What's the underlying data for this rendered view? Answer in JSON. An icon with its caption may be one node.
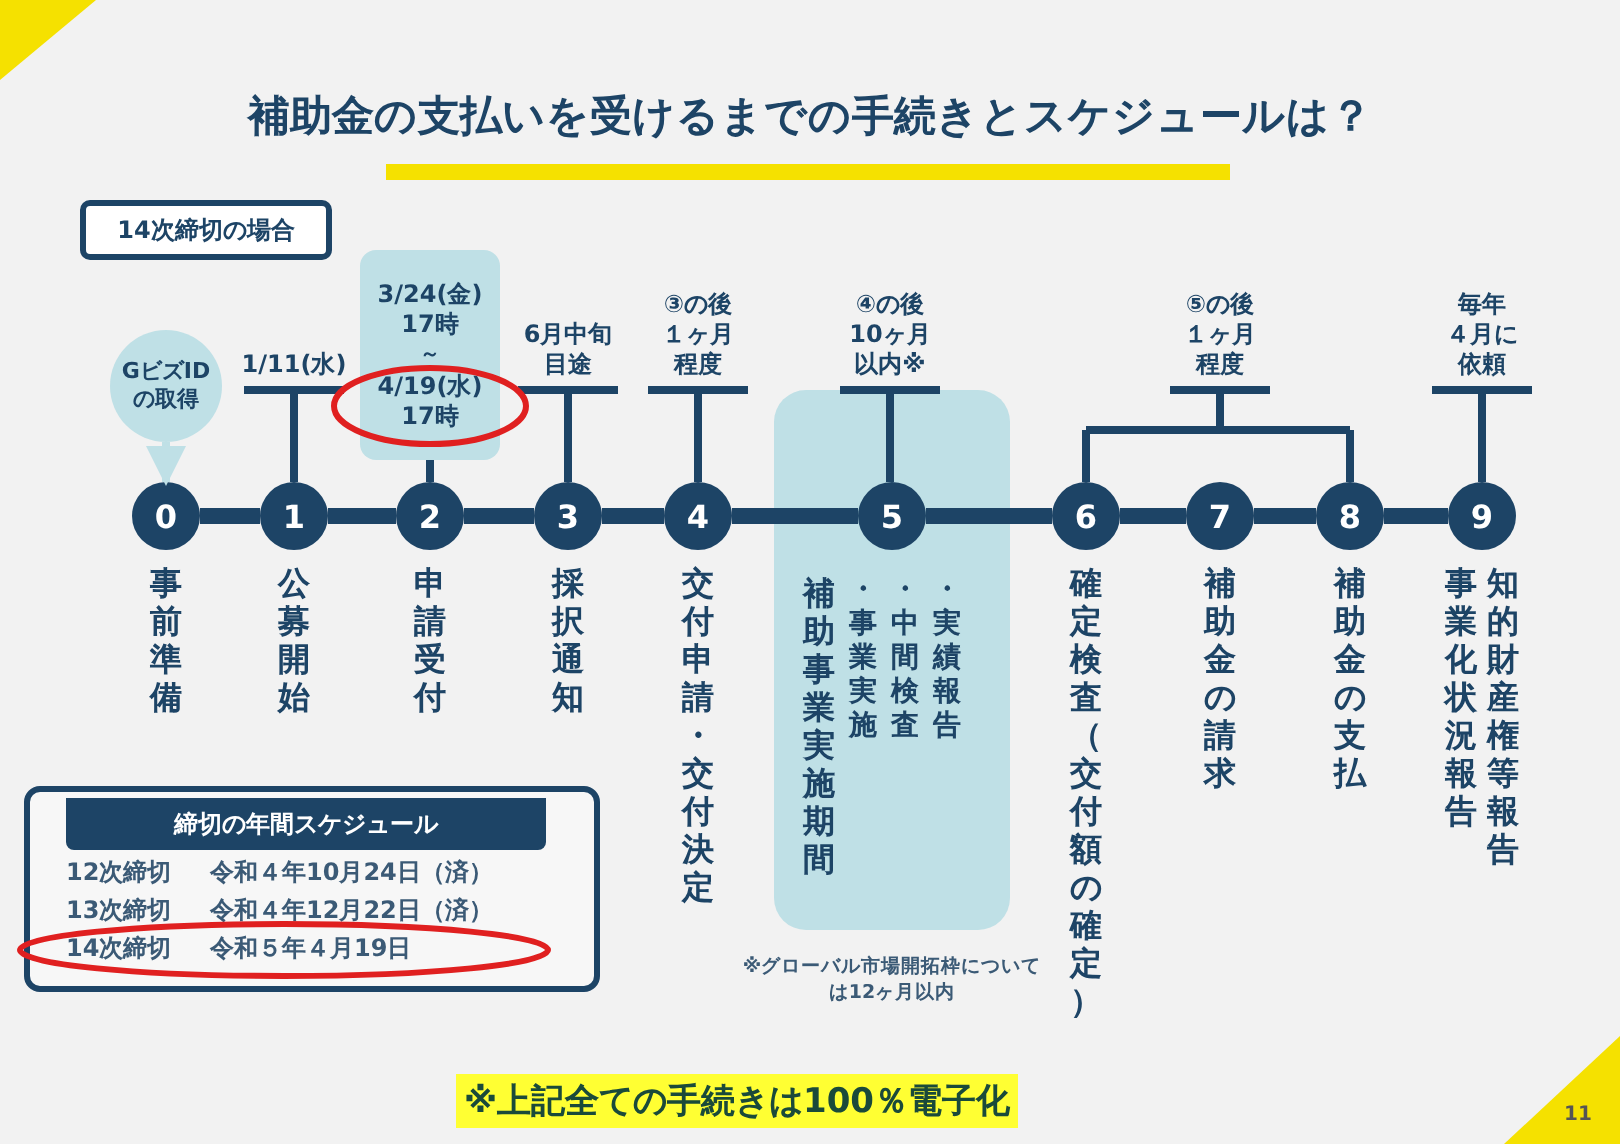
{
  "diagram": {
    "title": "補助金の支払いを受けるまでの手続きとスケジュールは？",
    "nodes": [
      {
        "text": [
          "14次締切の場合"
        ]
      },
      {
        "text": [
          "GビズIDの取得"
        ]
      },
      {
        "text": [
          "1/11(水)"
        ]
      },
      {
        "text": [
          "3/24(金)17時",
          "～",
          "4/19(水)17時"
        ]
      },
      {
        "text": [
          "6月中旬目途"
        ]
      },
      {
        "text": [
          "③の後１ヶ月程度"
        ]
      },
      {
        "text": [
          "補助事業実施期間",
          "・事業実施",
          "・中間検査",
          "・実績報告"
        ],
        "beside": [
          "※グローバル市場開拓枠については12ヶ月以内"
        ]
      },
      {
        "text": [
          "④の後10ヶ月以内※"
        ]
      },
      {
        "text": [
          "⑤の後１ヶ月程度"
        ]
      },
      {
        "text": [
          "毎年４月に依頼"
        ]
      },
      {
        "text": [
          "0"
        ],
        "beside": [
          "事前準備"
        ]
      },
      {
        "text": [
          "1"
        ],
        "beside": [
          "公募開始"
        ]
      },
      {
        "text": [
          "2"
        ],
        "beside": [
          "申請受付"
        ]
      },
      {
        "text": [
          "3"
        ],
        "beside": [
          "採択通知"
        ]
      },
      {
        "text": [
          "4"
        ],
        "beside": [
          "交付申請・交付決定"
        ]
      },
      {
        "text": [
          "5"
        ],
        "in": 6
      },
      {
        "text": [
          "6"
        ],
        "beside": [
          "確定検査（交付額の確定）"
        ]
      },
      {
        "text": [
          "7"
        ],
        "beside": [
          "補助金の請求"
        ]
      },
      {
        "text": [
          "8"
        ],
        "beside": [
          "補助金の支払"
        ]
      },
      {
        "text": [
          "9"
        ],
        "beside": [
          "知的財産権等報告",
          "事業化状況報告"
        ]
      },
      {
        "text": [
          "締切の年間スケジュール",
          "12次締切",
          "令和４年10月24日（済）",
          "13次締切",
          "令和４年12月22日（済）",
          "14次締切",
          "令和５年４月19日"
        ]
      }
    ],
    "edges": [
      {
        "from": 1,
        "to": 10,
        "arrow": "to",
        "color": "#bfe0e6"
      },
      {
        "from": 2,
        "to": 11,
        "arrow": "none"
      },
      {
        "from": 3,
        "to": 12,
        "arrow": "none"
      },
      {
        "from": 4,
        "to": 13,
        "arrow": "none"
      },
      {
        "from": 5,
        "to": 14,
        "arrow": "none"
      },
      {
        "from": 7,
        "to": 15,
        "arrow": "none"
      },
      {
        "from": 8,
        "to": 16,
        "arrow": "none"
      },
      {
        "from": 8,
        "to": 18,
        "arrow": "none"
      },
      {
        "from": 9,
        "to": 19,
        "arrow": "none"
      },
      {
        "from": 10,
        "to": 11,
        "arrow": "none",
        "style": "thick"
      },
      {
        "from": 11,
        "to": 12,
        "arrow": "none",
        "style": "thick"
      },
      {
        "from": 12,
        "to": 13,
        "arrow": "none",
        "style": "thick"
      },
      {
        "from": 13,
        "to": 14,
        "arrow": "none",
        "style": "thick"
      },
      {
        "from": 14,
        "to": 15,
        "arrow": "none",
        "style": "thick"
      },
      {
        "from": 15,
        "to": 16,
        "arrow": "none",
        "style": "thick"
      },
      {
        "from": 16,
        "to": 17,
        "arrow": "none",
        "style": "thick"
      },
      {
        "from": 17,
        "to": 18,
        "arrow": "none",
        "style": "thick"
      },
      {
        "from": 18,
        "to": 19,
        "arrow": "none",
        "style": "thick"
      }
    ],
    "labels": [
      "※上記全ての手続きは100％電子化",
      "11"
    ]
  }
}
